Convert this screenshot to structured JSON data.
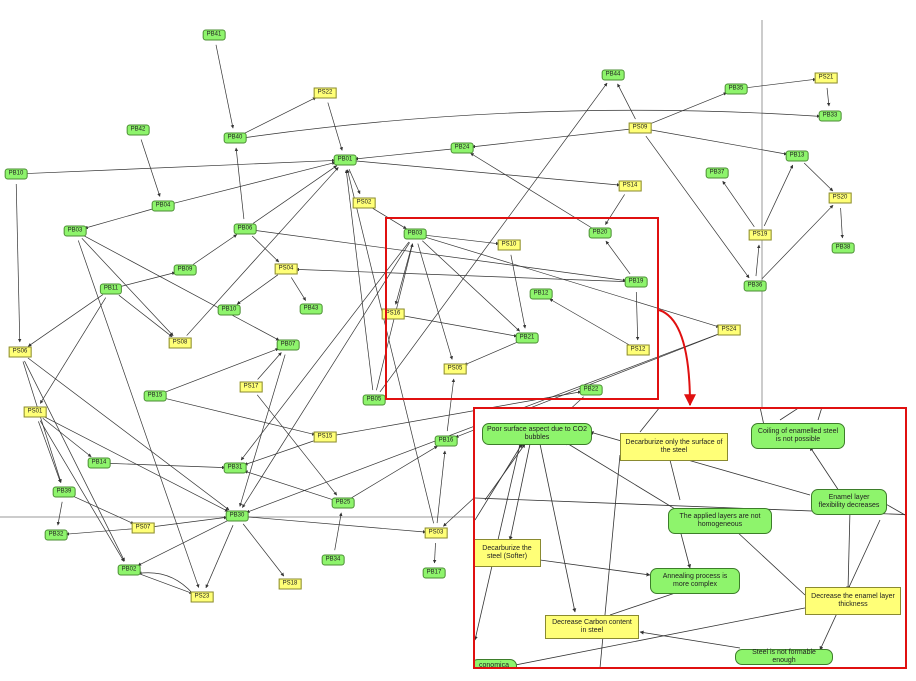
{
  "nodes": {
    "PB41": "PB41",
    "PS22": "PS22",
    "PB44": "PB44",
    "PB35": "PB35",
    "PS21": "PS21",
    "PB33": "PB33",
    "PB42": "PB42",
    "PB40": "PB40",
    "PS09": "PS09",
    "PB24": "PB24",
    "PB13": "PB13",
    "PB01": "PB01",
    "PB10": "PB10",
    "PS14": "PS14",
    "PB37": "PB37",
    "PB04": "PB04",
    "PS02": "PS02",
    "PS20": "PS20",
    "PB03": "PB03",
    "PB20": "PB20",
    "PB03b": "PB03",
    "PB06": "PB06",
    "PS19": "PS19",
    "PB38": "PB38",
    "PS10": "PS10",
    "PB09": "PB09",
    "PS04": "PS04",
    "PB19": "PB19",
    "PB36": "PB36",
    "PB11": "PB11",
    "PB12": "PB12",
    "PB10b": "PB10",
    "PB43": "PB43",
    "PS16": "PS16",
    "PS24": "PS24",
    "PS08": "PS08",
    "PB21": "PB21",
    "PB07": "PB07",
    "PS06": "PS06",
    "PS12": "PS12",
    "PS05": "PS05",
    "PS17": "PS17",
    "PB22": "PB22",
    "PB15": "PB15",
    "PB05": "PB05",
    "PS01": "PS01",
    "PS15": "PS15",
    "PB16": "PB16",
    "PB14": "PB14",
    "PB31": "PB31",
    "PB39": "PB39",
    "PB25": "PB25",
    "PB30": "PB30",
    "PS07": "PS07",
    "PB32": "PB32",
    "PS03": "PS03",
    "PB34": "PB34",
    "PB02": "PB02",
    "PB17": "PB17",
    "PS18": "PS18",
    "PS23": "PS23"
  },
  "zoom": {
    "poor_surface": "Poor surface aspect due to CO2 bubbles",
    "decarburize_surface": "Decarburize only the surface of the steel",
    "coiling": "Coiling of enamelled steel is not possible",
    "enamel_flex": "Enamel layer flexibility decreases",
    "layers_not_homog": "The applied layers are not homogeneous",
    "decarburize_softer": "Decarburize the steel (Softer)",
    "annealing": "Annealing process is more complex",
    "decrease_enamel": "Decrease the enamel layer thickness",
    "decrease_carbon": "Decrease Carbon content in steel",
    "not_formable": "Steel is not formable enough",
    "cut_off": "conomica"
  },
  "colors": {
    "problem": "#8ef46c",
    "solution": "#ffff77",
    "highlight": "#e01010"
  }
}
